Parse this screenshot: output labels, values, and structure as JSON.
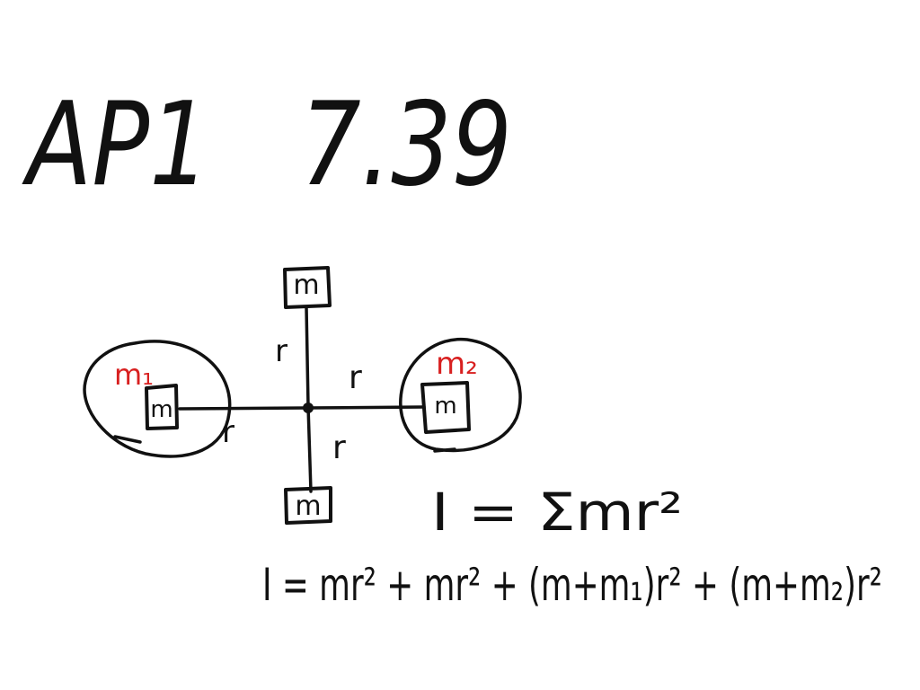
{
  "title": "AP1   7.39",
  "colors": {
    "ink": "#111111",
    "red_ink": "#d82020",
    "background": "#ffffff"
  },
  "diagram": {
    "masses": {
      "top": "m",
      "bottom": "m",
      "left": "m",
      "right": "m"
    },
    "extra_mass_labels": {
      "left": "m₁",
      "right": "m₂"
    },
    "arm_labels": {
      "top": "r",
      "right": "r",
      "bottom": "r",
      "left": "r"
    }
  },
  "equations": {
    "eq1": "I = Σmr²",
    "eq2": "I = mr² + mr² + (m+m₁)r² + (m+m₂)r²"
  }
}
